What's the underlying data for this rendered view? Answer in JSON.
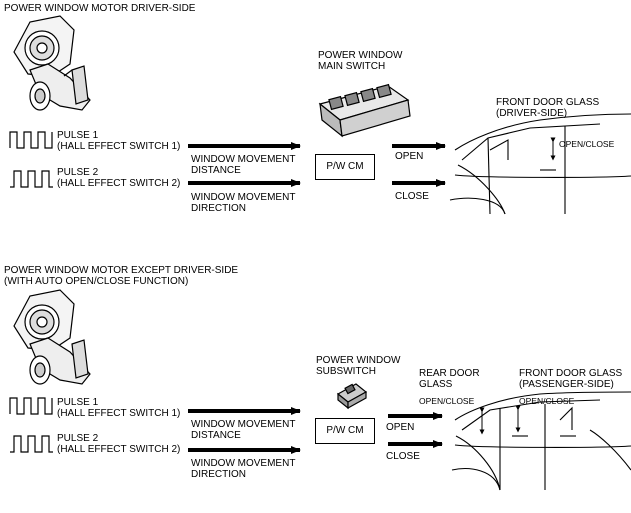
{
  "top": {
    "heading": "POWER WINDOW MOTOR DRIVER-SIDE",
    "pulse1_label": "PULSE 1",
    "pulse1_sub": "(HALL EFFECT SWITCH 1)",
    "pulse2_label": "PULSE 2",
    "pulse2_sub": "(HALL EFFECT SWITCH 2)",
    "movement_distance_1": "WINDOW MOVEMENT",
    "movement_distance_2": "DISTANCE",
    "movement_direction_1": "WINDOW MOVEMENT",
    "movement_direction_2": "DIRECTION",
    "switch_label_1": "POWER WINDOW",
    "switch_label_2": "MAIN SWITCH",
    "module": "P/W CM",
    "open": "OPEN",
    "close": "CLOSE",
    "glass_label_1": "FRONT DOOR GLASS",
    "glass_label_2": "(DRIVER-SIDE)",
    "open_close": "OPEN/CLOSE"
  },
  "bottom": {
    "heading_1": "POWER WINDOW MOTOR EXCEPT DRIVER-SIDE",
    "heading_2": "(WITH AUTO OPEN/CLOSE FUNCTION)",
    "pulse1_label": "PULSE 1",
    "pulse1_sub": "(HALL EFFECT SWITCH 1)",
    "pulse2_label": "PULSE 2",
    "pulse2_sub": "(HALL EFFECT SWITCH 2)",
    "movement_distance_1": "WINDOW MOVEMENT",
    "movement_distance_2": "DISTANCE",
    "movement_direction_1": "WINDOW MOVEMENT",
    "movement_direction_2": "DIRECTION",
    "switch_label_1": "POWER WINDOW",
    "switch_label_2": "SUBSWITCH",
    "module": "P/W CM",
    "open": "OPEN",
    "close": "CLOSE",
    "rear_glass_1": "REAR DOOR",
    "rear_glass_2": "GLASS",
    "rear_open_close": "OPEN/CLOSE",
    "front_glass_1": "FRONT DOOR GLASS",
    "front_glass_2": "(PASSENGER-SIDE)",
    "front_open_close": "OPEN/CLOSE"
  }
}
